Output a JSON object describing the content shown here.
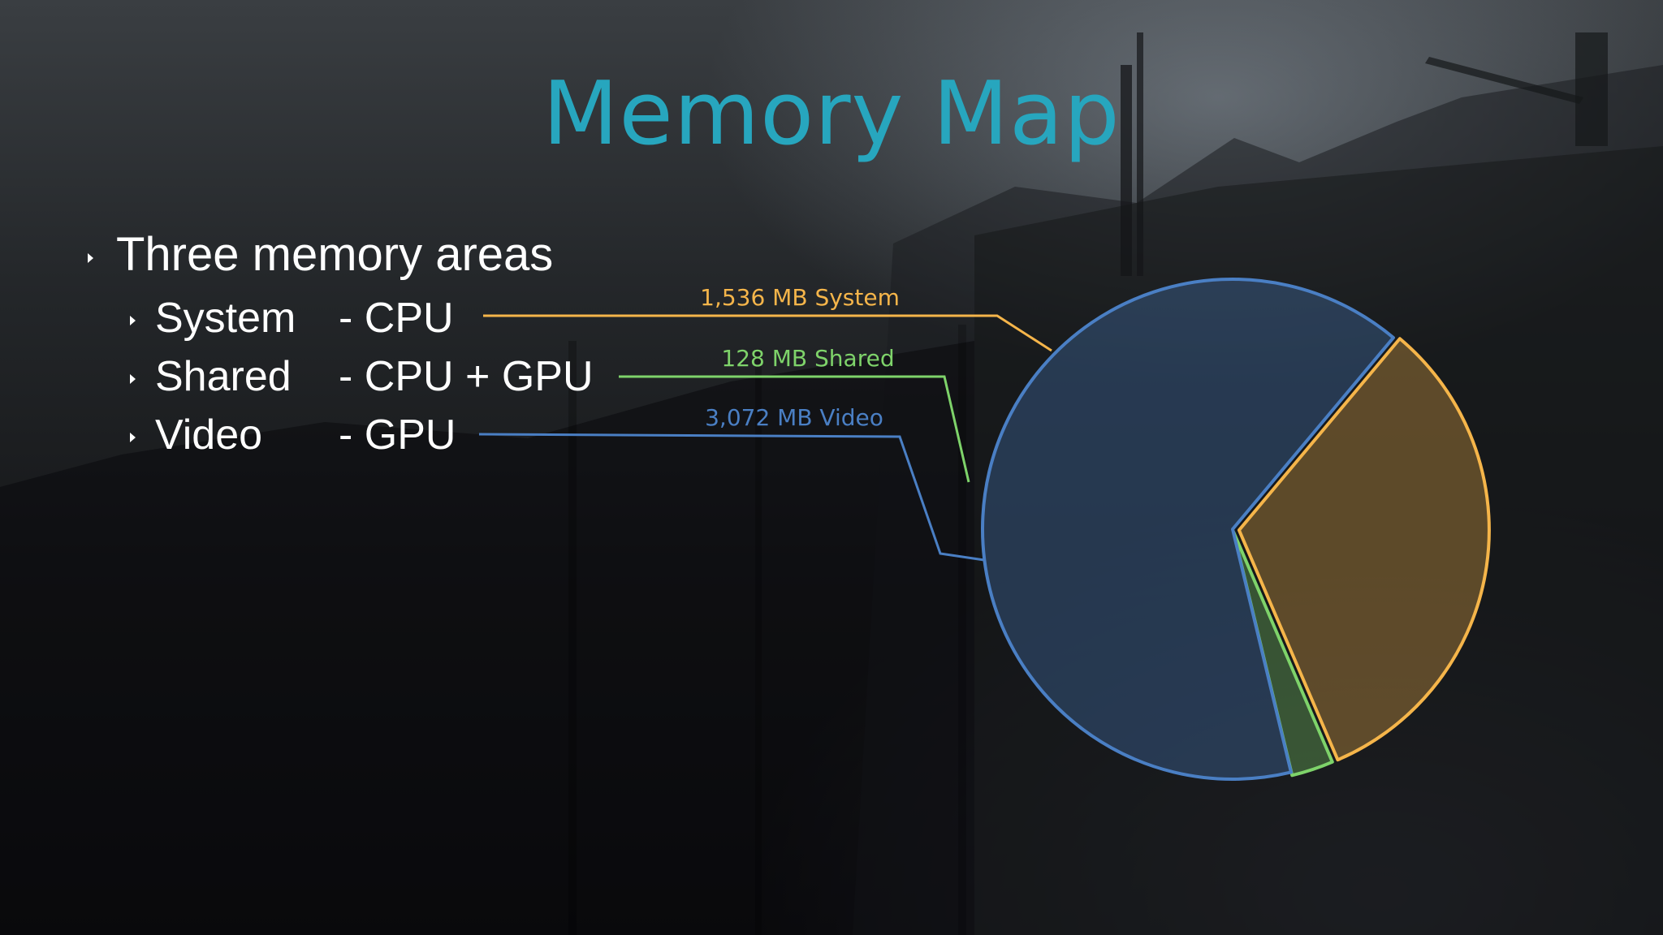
{
  "slide": {
    "title": "Memory Map",
    "heading": "Three memory areas",
    "items": [
      {
        "name": "System",
        "desc": "- CPU"
      },
      {
        "name": "Shared",
        "desc": "- CPU + GPU"
      },
      {
        "name": "Video",
        "desc": "- GPU"
      }
    ]
  },
  "chart_data": {
    "type": "pie",
    "title": "",
    "slices": [
      {
        "label": "1,536 MB System",
        "category": "System",
        "value": 1536,
        "color": "#f5b54a"
      },
      {
        "label": "128 MB Shared",
        "category": "Shared",
        "value": 128,
        "color": "#7ed36a"
      },
      {
        "label": "3,072 MB Video",
        "category": "Video",
        "value": 3072,
        "color": "#4a7fc4"
      }
    ],
    "exploded": true,
    "legend": "none"
  }
}
